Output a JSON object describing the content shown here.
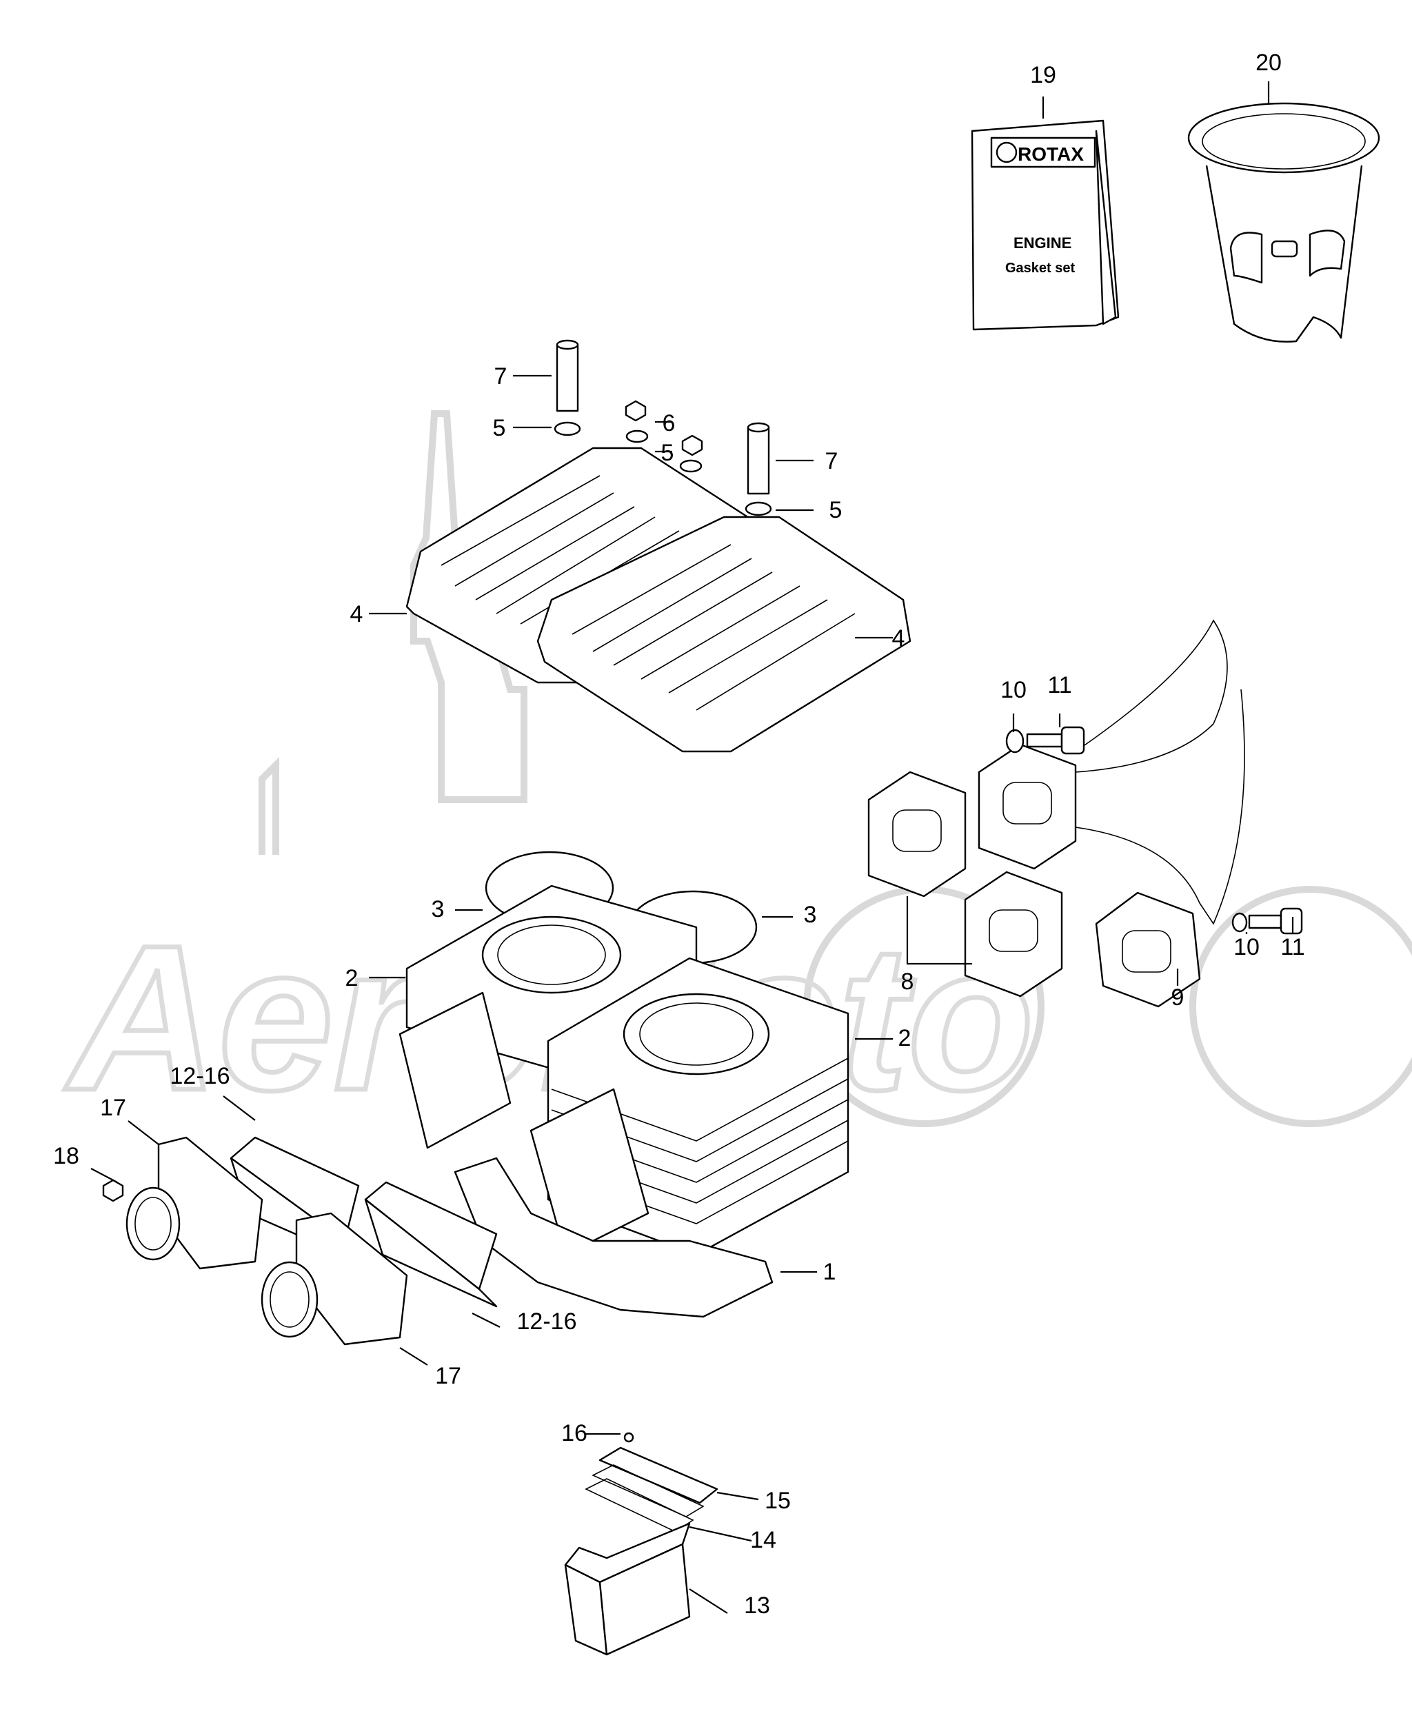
{
  "watermark": {
    "text": "AeroMoto"
  },
  "gasket_booklet": {
    "brand": "ROTAX",
    "line1": "ENGINE",
    "line2": "Gasket set"
  },
  "callouts": {
    "c1": "1",
    "c2a": "2",
    "c2b": "2",
    "c3a": "3",
    "c3b": "3",
    "c4a": "4",
    "c4b": "4",
    "c5a": "5",
    "c5b": "5",
    "c5c": "5",
    "c6": "6",
    "c7a": "7",
    "c7b": "7",
    "c8": "8",
    "c9": "9",
    "c10a": "10",
    "c10b": "10",
    "c11a": "11",
    "c11b": "11",
    "c12a": "12-16",
    "c12b": "12-16",
    "c13": "13",
    "c14": "14",
    "c15": "15",
    "c16": "16",
    "c17a": "17",
    "c17b": "17",
    "c18": "18",
    "c19": "19",
    "c20": "20"
  }
}
